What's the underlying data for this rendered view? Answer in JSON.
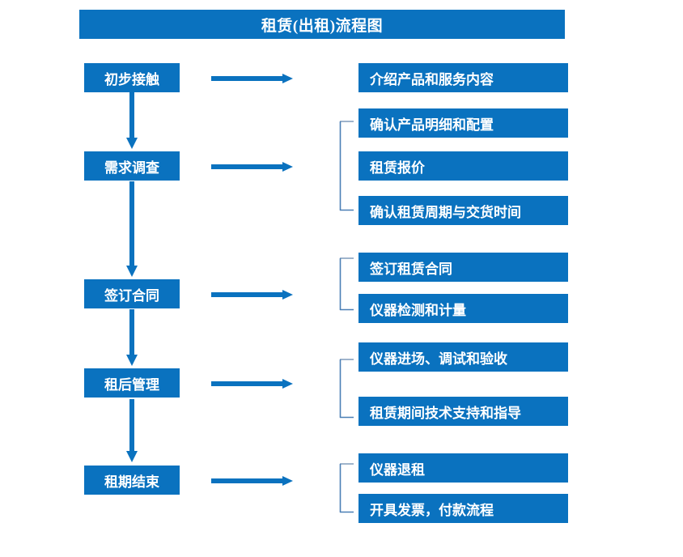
{
  "title": {
    "text": "租赁(出租)流程图"
  },
  "colors": {
    "box_blue": "#0a72bf",
    "arrow_blue": "#0a72bf",
    "bracket_blue": "#4a7fb5",
    "bracket_top_gray": "#9fb4cc",
    "text_white": "#ffffff",
    "background": "#ffffff"
  },
  "stages": [
    {
      "id": "stage-1",
      "label": "初步接触",
      "details": [
        "介绍产品和服务内容"
      ],
      "has_bracket": false
    },
    {
      "id": "stage-2",
      "label": "需求调查",
      "details": [
        "确认产品明细和配置",
        "租赁报价",
        "确认租赁周期与交货时间"
      ],
      "has_bracket": true
    },
    {
      "id": "stage-3",
      "label": "签订合同",
      "details": [
        "签订租赁合同",
        "仪器检测和计量"
      ],
      "has_bracket": true
    },
    {
      "id": "stage-4",
      "label": "租后管理",
      "details": [
        "仪器进场、调试和验收",
        "租赁期间技术支持和指导"
      ],
      "has_bracket": true
    },
    {
      "id": "stage-5",
      "label": "租期结束",
      "details": [
        "仪器退租",
        "开具发票，付款流程"
      ],
      "has_bracket": true
    }
  ],
  "flow": {
    "vertical_arrow_count": 4,
    "horizontal_arrow_count": 5,
    "direction": "top-to-bottom"
  }
}
